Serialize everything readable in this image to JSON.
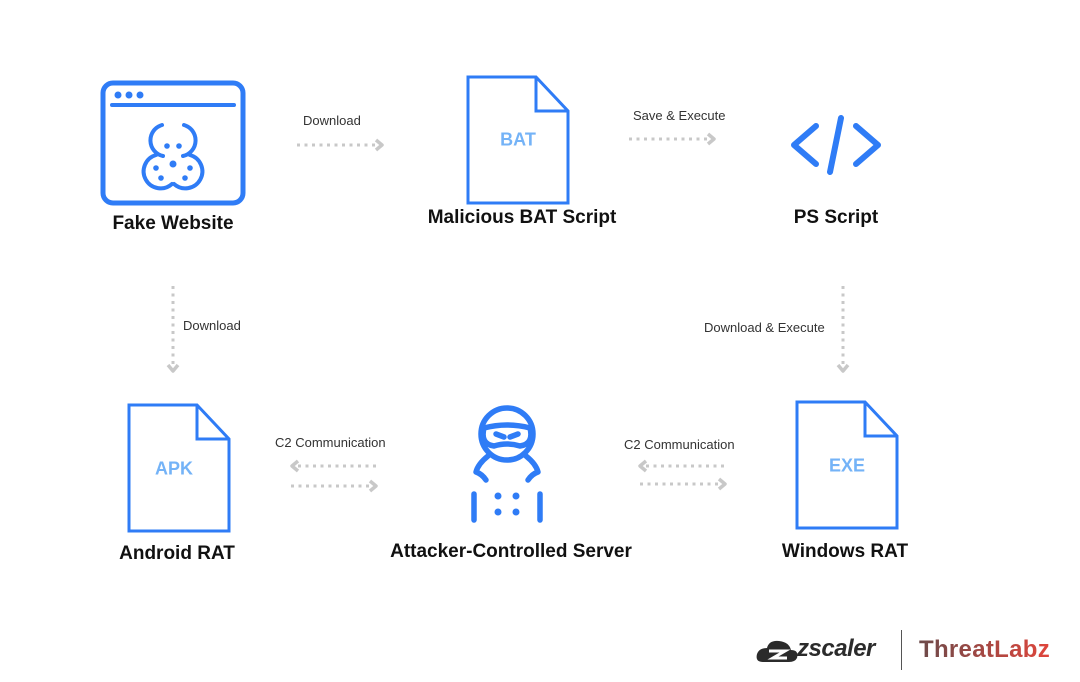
{
  "diagram": {
    "nodes": {
      "fake_website": {
        "label": "Fake Website",
        "icon": "biohazard-browser-icon"
      },
      "bat_script": {
        "label": "Malicious BAT Script",
        "file_type": "BAT",
        "icon": "document-icon"
      },
      "ps_script": {
        "label": "PS Script",
        "icon": "code-icon"
      },
      "android_rat": {
        "label": "Android RAT",
        "file_type": "APK",
        "icon": "document-icon"
      },
      "server": {
        "label": "Attacker-Controlled Server",
        "icon": "hacker-icon"
      },
      "windows_rat": {
        "label": "Windows RAT",
        "file_type": "EXE",
        "icon": "document-icon"
      }
    },
    "edges": [
      {
        "from": "fake_website",
        "to": "bat_script",
        "label": "Download",
        "direction": "right"
      },
      {
        "from": "bat_script",
        "to": "ps_script",
        "label": "Save & Execute",
        "direction": "right"
      },
      {
        "from": "fake_website",
        "to": "android_rat",
        "label": "Download",
        "direction": "down"
      },
      {
        "from": "ps_script",
        "to": "windows_rat",
        "label": "Download & Execute",
        "direction": "down"
      },
      {
        "from": "android_rat",
        "to": "server",
        "label": "C2 Communication",
        "direction": "bidirectional"
      },
      {
        "from": "server",
        "to": "windows_rat",
        "label": "C2 Communication",
        "direction": "bidirectional"
      }
    ],
    "colors": {
      "icon_blue": "#2f7cf6",
      "file_tag_blue": "#74b3f7",
      "arrow_gray": "#c8c8c8",
      "threatlabz_dark": "#6b4a4a",
      "threatlabz_red": "#e0453b"
    }
  },
  "branding": {
    "zscaler": "zscaler",
    "threatlabz": "ThreatLabz"
  }
}
